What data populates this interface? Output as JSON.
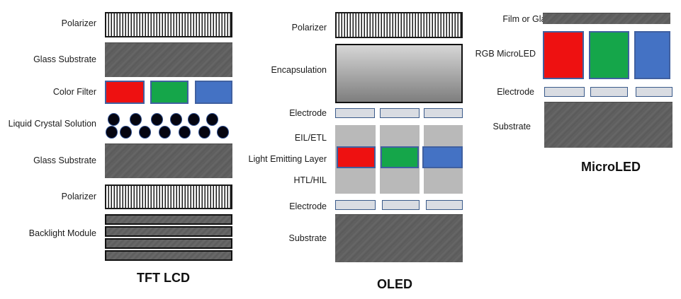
{
  "tft": {
    "title": "TFT LCD",
    "polarizer_top": "Polarizer",
    "glass_top": "Glass Substrate",
    "color_filter": "Color Filter",
    "liquid_crystal": "Liquid Crystal Solution",
    "glass_bottom": "Glass Substrate",
    "polarizer_bottom": "Polarizer",
    "backlight": "Backlight Module"
  },
  "oled": {
    "title": "OLED",
    "polarizer": "Polarizer",
    "encapsulation": "Encapsulation",
    "electrode_top": "Electrode",
    "eil_etl": "EIL/ETL",
    "emitting": "Light Emitting Layer",
    "htl_hil": "HTL/HIL",
    "electrode_bottom": "Electrode",
    "substrate": "Substrate"
  },
  "microled": {
    "title": "MicroLED",
    "film": "Film or Glass",
    "rgb": "RGB MicroLED",
    "electrode": "Electrode",
    "substrate": "Substrate"
  },
  "colors": {
    "red": "#ee1111",
    "green": "#15a64a",
    "blue": "#4472c4",
    "electrode": "#d9dce2"
  }
}
